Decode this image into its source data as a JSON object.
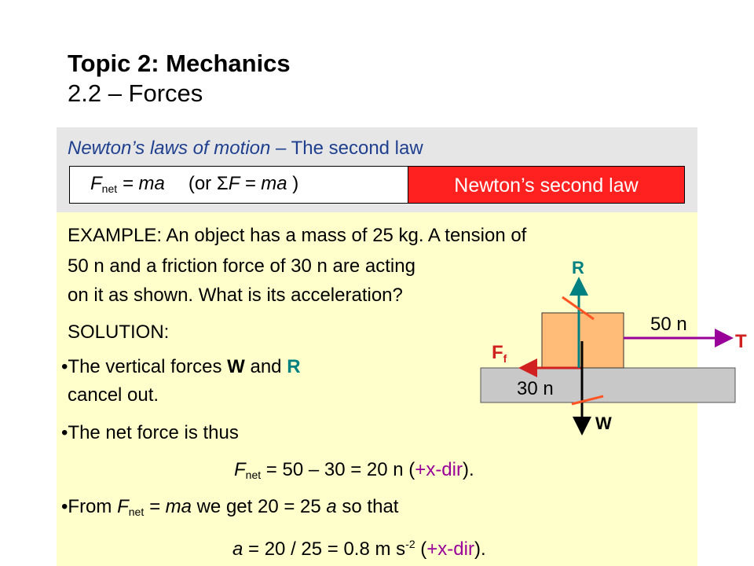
{
  "title": {
    "line1": "Topic 2: Mechanics",
    "line2": "2.2 – Forces"
  },
  "section": {
    "heading_italic": "Newton’s laws of motion –",
    "heading_rest": " The second law"
  },
  "formula": {
    "f": "F",
    "sub": "net",
    "eq": " = ma",
    "alt_open": "(or ",
    "sigma": "Σ",
    "alt_f": "F = ma",
    "alt_close": " )"
  },
  "law_label": "Newton’s second law",
  "example": {
    "line1": "EXAMPLE: An object has a mass of 25 kg. A tension of",
    "line2": "50 n and a friction force of 30 n are acting",
    "line3": "on it as shown. What is its acceleration?"
  },
  "solution": {
    "label": "SOLUTION:",
    "b1_pre": "The vertical forces ",
    "b1_w": "W",
    "b1_and": " and ",
    "b1_r": "R",
    "b1_line2": "cancel out.",
    "b2": "The net force is thus",
    "eq1_f": "F",
    "eq1_sub": "net",
    "eq1_rest": " = 50 – 30 = 20 n (",
    "eq1_dir": "+x-dir",
    "eq1_close": ").",
    "b3_pre": "From  ",
    "b3_f": "F",
    "b3_sub": "net",
    "b3_eq": " = ma",
    "b3_mid": "  we get  20 = 25 ",
    "b3_a": "a",
    "b3_end": "   so that",
    "eq2_a": "a",
    "eq2_rest": " = 20 / 25 = 0.8 m s",
    "eq2_sup": "-2",
    "eq2_open": " (",
    "eq2_dir": "+x-dir",
    "eq2_close": ")."
  },
  "diagram": {
    "label_r": "R",
    "label_t": "T",
    "label_w": "W",
    "label_ff": "F",
    "label_ff_sub": "f",
    "tension_value": "50 n",
    "friction_value": "30 n"
  },
  "colors": {
    "teal": "#008080",
    "red": "#d02020",
    "purple": "#990099",
    "blue": "#1f3f8f",
    "block": "#ffbb77",
    "ground": "#c8c8c8",
    "law_box": "#ff2020"
  }
}
